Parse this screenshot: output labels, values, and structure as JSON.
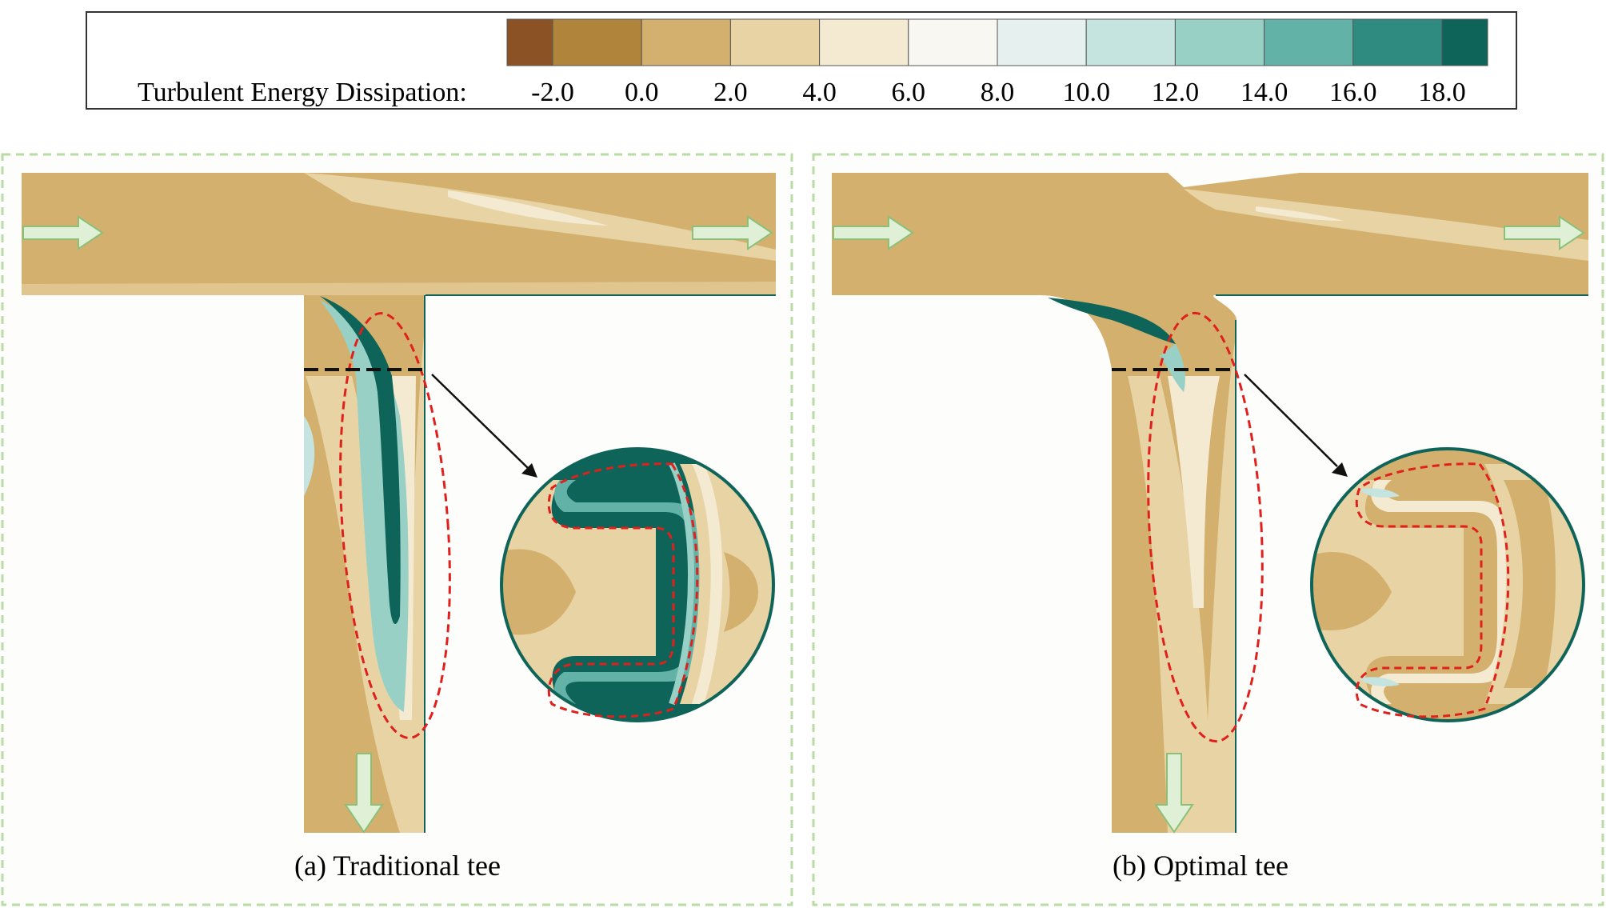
{
  "legend": {
    "title": "Turbulent Energy Dissipation:",
    "ticks": [
      "-2.0",
      "0.0",
      "2.0",
      "4.0",
      "6.0",
      "8.0",
      "10.0",
      "12.0",
      "14.0",
      "16.0",
      "18.0"
    ],
    "colors": [
      "#8b5226",
      "#b1843c",
      "#d4b06e",
      "#e7d3a3",
      "#f4ead2",
      "#f8f7f1",
      "#e6f0ef",
      "#c6e4df",
      "#98d0c6",
      "#63b2a8",
      "#2f8a7f",
      "#0e6459"
    ]
  },
  "panels": [
    {
      "caption": "(a) Traditional tee"
    },
    {
      "caption": "(b) Optimal tee"
    }
  ],
  "style": {
    "frame_color": "#b8dca4",
    "arrow_fill": "#dff0d6",
    "arrow_stroke": "#8cc07a",
    "highlight_color": "#e0201c"
  }
}
